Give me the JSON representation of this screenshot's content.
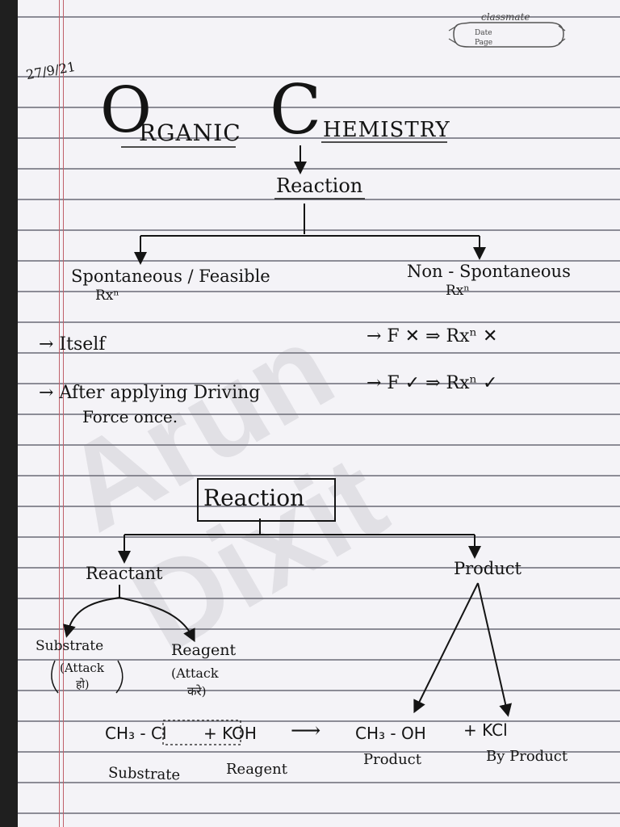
{
  "brand": {
    "name": "classmate",
    "date_label": "Date",
    "page_label": "Page"
  },
  "date": "27/9/21",
  "title": {
    "word1_initial": "O",
    "word1_rest": "RGANIC",
    "word2_initial": "C",
    "word2_rest": "HEMISTRY"
  },
  "watermark": "Arun Dixit",
  "section1": {
    "root": "Reaction",
    "left": {
      "line1": "Spontaneous / Feasible",
      "line2": "Rxⁿ"
    },
    "right": {
      "line1": "Non - Spontaneous",
      "line2": "Rxⁿ"
    },
    "row1": {
      "left": "→  Itself",
      "right": "→  F ✕  ⇒  Rxⁿ ✕"
    },
    "row2": {
      "left_line1": "→  After applying Driving",
      "left_line2": "Force once.",
      "right": "→  F ✓  ⇒  Rxⁿ ✓"
    }
  },
  "section2": {
    "root": "Reaction",
    "reactant": "Reactant",
    "product": "Product",
    "substrate": {
      "label": "Substrate",
      "note": "(Attack",
      "note2": "हो)"
    },
    "reagent": {
      "label": "Reagent",
      "note": "(Attack",
      "note2": "करे)"
    }
  },
  "equation": {
    "substrate": "CH₃ - Cl",
    "reagent": "+ KOH",
    "arrow": "⟶",
    "product": "CH₃ - OH",
    "byproduct": "+ KCl",
    "labels": {
      "substrate": "Substrate",
      "reagent": "Reagent",
      "product": "Product",
      "byproduct": "By Product"
    }
  }
}
